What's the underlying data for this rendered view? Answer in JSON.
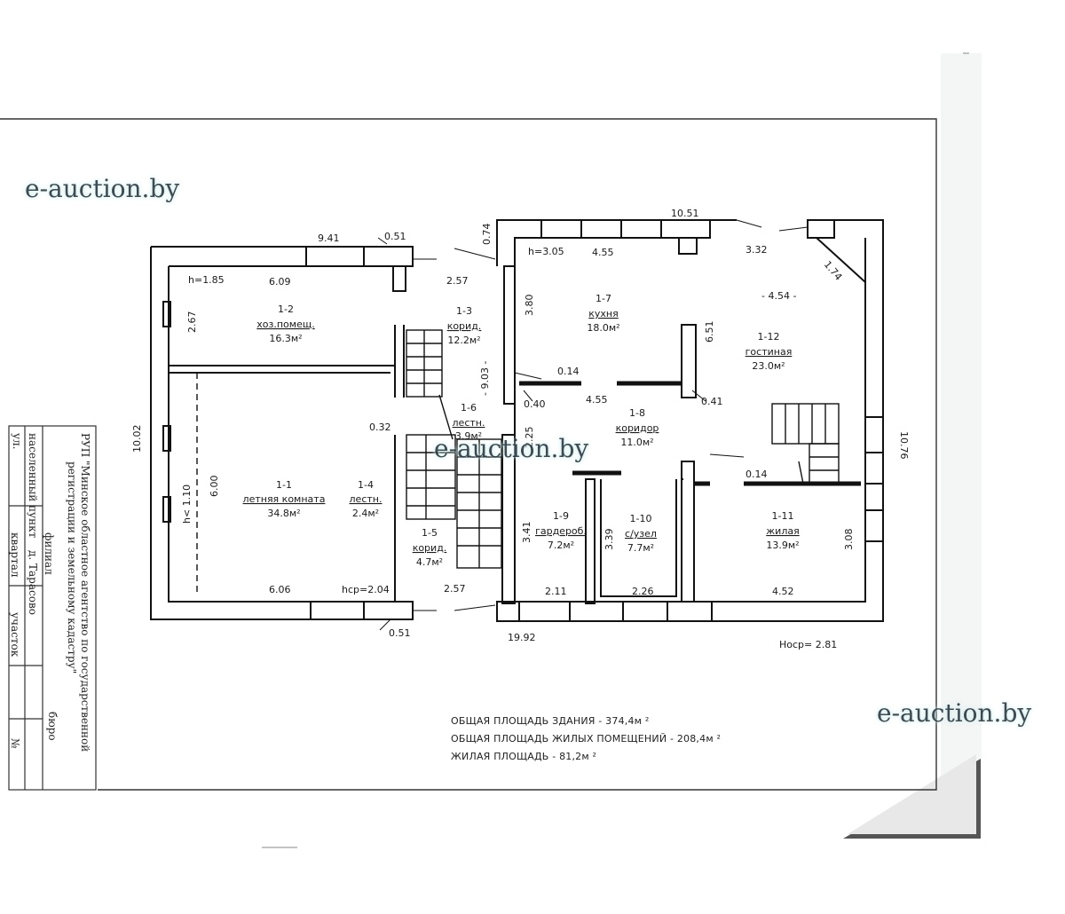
{
  "watermark": "e-auction.by",
  "rooms": [
    {
      "id": "1-1",
      "name": "летняя комната",
      "area": "34.8м²"
    },
    {
      "id": "1-2",
      "name": "хоз.помещ.",
      "area": "16.3м²"
    },
    {
      "id": "1-3",
      "name": "корид.",
      "area": "12.2м²"
    },
    {
      "id": "1-4",
      "name": "лестн.",
      "area": "2.4м²"
    },
    {
      "id": "1-5",
      "name": "корид.",
      "area": "4.7м²"
    },
    {
      "id": "1-6",
      "name": "лестн.",
      "area": "3.9м²"
    },
    {
      "id": "1-7",
      "name": "кухня",
      "area": "18.0м²"
    },
    {
      "id": "1-8",
      "name": "коридор",
      "area": "11.0м²"
    },
    {
      "id": "1-9",
      "name": "гардероб.",
      "area": "7.2м²"
    },
    {
      "id": "1-10",
      "name": "с/узел",
      "area": "7.7м²"
    },
    {
      "id": "1-11",
      "name": "жилая",
      "area": "13.9м²"
    },
    {
      "id": "1-12",
      "name": "гостиная",
      "area": "23.0м²"
    }
  ],
  "dimensions": {
    "d941": "9.41",
    "d051a": "0.51",
    "d051b": "0.51",
    "d074": "0.74",
    "d1051": "10.51",
    "d332": "3.32",
    "d174": "1.74",
    "h185": "h=1.85",
    "d609": "6.09",
    "d257a": "2.57",
    "d257b": "2.57",
    "h305": "h=3.05",
    "d455a": "4.55",
    "d455b": "4.55",
    "d454": "- 4.54 -",
    "d267": "2.67",
    "d380": "3.80",
    "d651": "6.51",
    "d903": "- 9.03 -",
    "d014a": "0.14",
    "d014b": "0.14",
    "d040": "0.40",
    "d041": "0.41",
    "d032": "0.32",
    "d1002": "10.02",
    "d1076": "10.76",
    "d225": "2.25",
    "d110": "h< 1.10",
    "d600": "6.00",
    "d341": "3.41",
    "d339": "3.39",
    "d308": "3.08",
    "d606": "6.06",
    "hcp": "hср=2.04",
    "d211": "2.11",
    "d226": "2.26",
    "d452": "4.52",
    "d1992": "19.92",
    "h281": "Hоср= 2.81"
  },
  "totals": {
    "line1": "ОБЩАЯ ПЛОЩАДЬ ЗДАНИЯ - 374,4м ²",
    "line2": "ОБЩАЯ ПЛОЩАДЬ ЖИЛЫХ ПОМЕЩЕНИЙ - 208,4м ²",
    "line3": "ЖИЛАЯ ПЛОЩАДЬ - 81,2м ²"
  },
  "stamp": {
    "org1": "РУП \"Минское областное агентство по государственной",
    "org2": "регистрации и земельному кадастру\"",
    "bureau": "бюро",
    "branch": "филиал",
    "locality_label": "населенный пункт",
    "locality_value": "д. Тарасово",
    "street_label": "ул.",
    "quarter_label": "квартал",
    "plot_label": "участок",
    "number_label": "№"
  }
}
